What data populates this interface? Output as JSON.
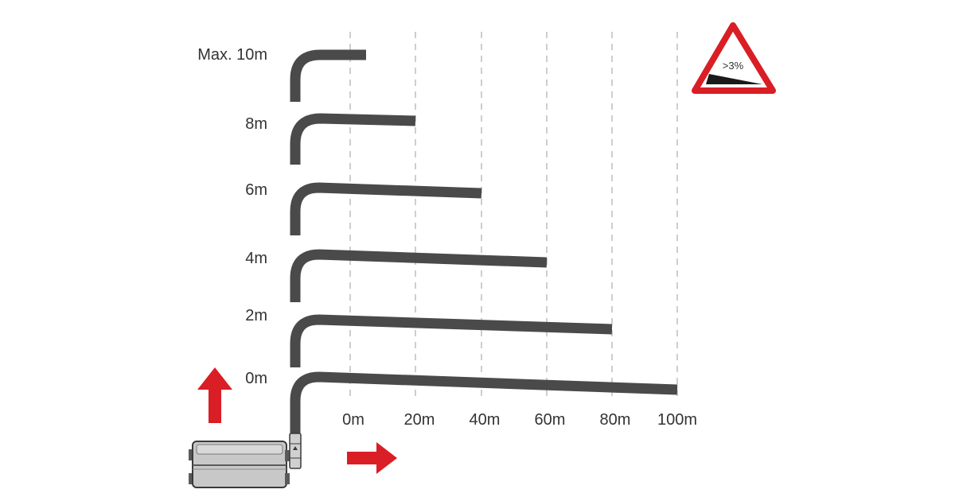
{
  "vertical_labels": [
    "Max. 10m",
    "8m",
    "6m",
    "4m",
    "2m",
    "0m"
  ],
  "horizontal_labels": [
    "0m",
    "20m",
    "40m",
    "60m",
    "80m",
    "100m"
  ],
  "slope_sign": {
    "text": ">3%"
  },
  "colors": {
    "pipe": "#4a4a4a",
    "arrow": "#d91e26",
    "gridline": "#bdbdbd",
    "sign_border": "#d91e26",
    "label": "#333333",
    "pump_body": "#c8c8c8",
    "pump_outline": "#3a3a3a"
  },
  "icons": {
    "up_arrow": "red-arrow-up-icon",
    "right_arrow": "red-arrow-right-icon",
    "slope_sign": "slope-warning-sign-icon",
    "pump": "pump-unit-icon"
  }
}
